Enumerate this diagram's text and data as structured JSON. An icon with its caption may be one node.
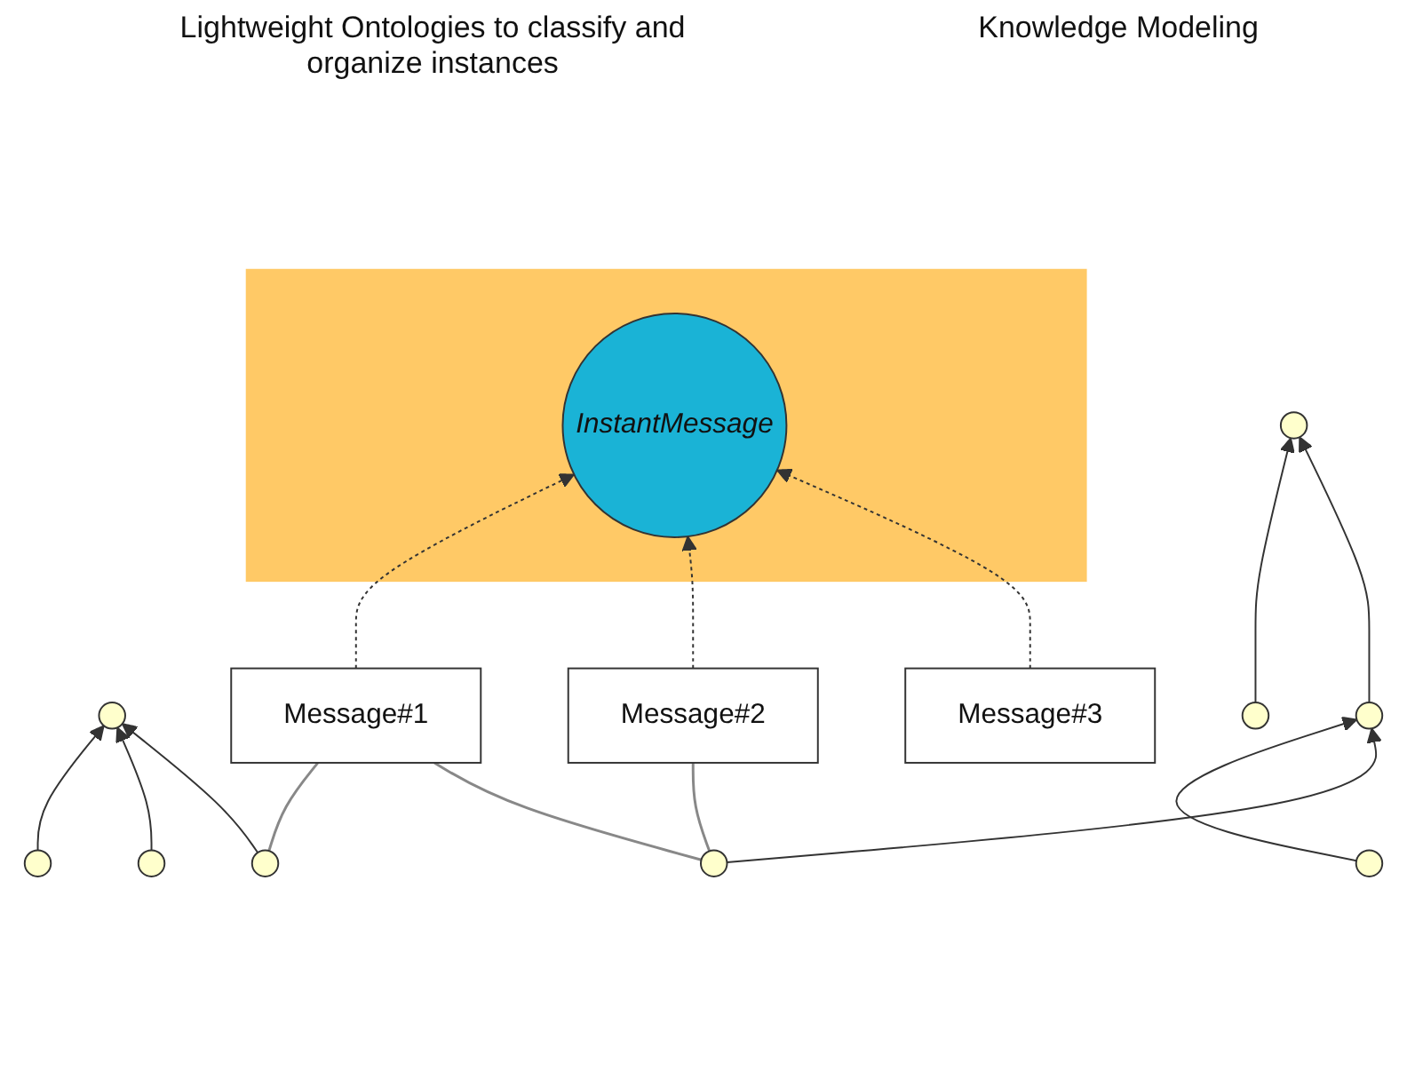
{
  "diagram": {
    "nodes": [
      {
        "text": [],
        "shape": "circle"
      },
      {
        "text": [],
        "shape": "circle"
      },
      {
        "text": [],
        "shape": "circle"
      },
      {
        "text": [],
        "shape": "circle"
      },
      {
        "text": [],
        "shape": "circle"
      },
      {
        "text": [],
        "shape": "circle"
      },
      {
        "text": [],
        "shape": "circle"
      },
      {
        "text": [],
        "shape": "circle"
      },
      {
        "text": [],
        "shape": "circle"
      },
      {
        "text": [],
        "shape": "triangle"
      },
      {
        "text": [
          "InstantMessage"
        ],
        "in": 9
      },
      {
        "text": [
          "Message#1"
        ]
      },
      {
        "text": [
          "Message#2"
        ]
      },
      {
        "text": [
          "Message#3"
        ]
      }
    ],
    "edges": [
      {
        "from": 1,
        "to": 0,
        "arrow": "to"
      },
      {
        "from": 2,
        "to": 0,
        "arrow": "to"
      },
      {
        "from": 3,
        "to": 0,
        "arrow": "to"
      },
      {
        "from": 5,
        "to": 4,
        "arrow": "to"
      },
      {
        "from": 6,
        "to": 4,
        "arrow": "to"
      },
      {
        "from": 7,
        "to": 6,
        "arrow": "to"
      },
      {
        "from": 8,
        "to": 6,
        "arrow": "to"
      },
      {
        "from": 3,
        "to": 11,
        "arrow": "none",
        "color": "#888888"
      },
      {
        "from": 8,
        "to": 11,
        "arrow": "none",
        "color": "#888888"
      },
      {
        "from": 8,
        "to": 12,
        "arrow": "none",
        "color": "#888888"
      },
      {
        "from": 11,
        "to": 10,
        "arrow": "to",
        "style": "dashed"
      },
      {
        "from": 12,
        "to": 10,
        "arrow": "to",
        "style": "dashed"
      },
      {
        "from": 13,
        "to": 10,
        "arrow": "to",
        "style": "dashed"
      }
    ],
    "labels": [
      "Lightweight Ontologies to classify and organize instances",
      "Knowledge Modeling"
    ]
  }
}
